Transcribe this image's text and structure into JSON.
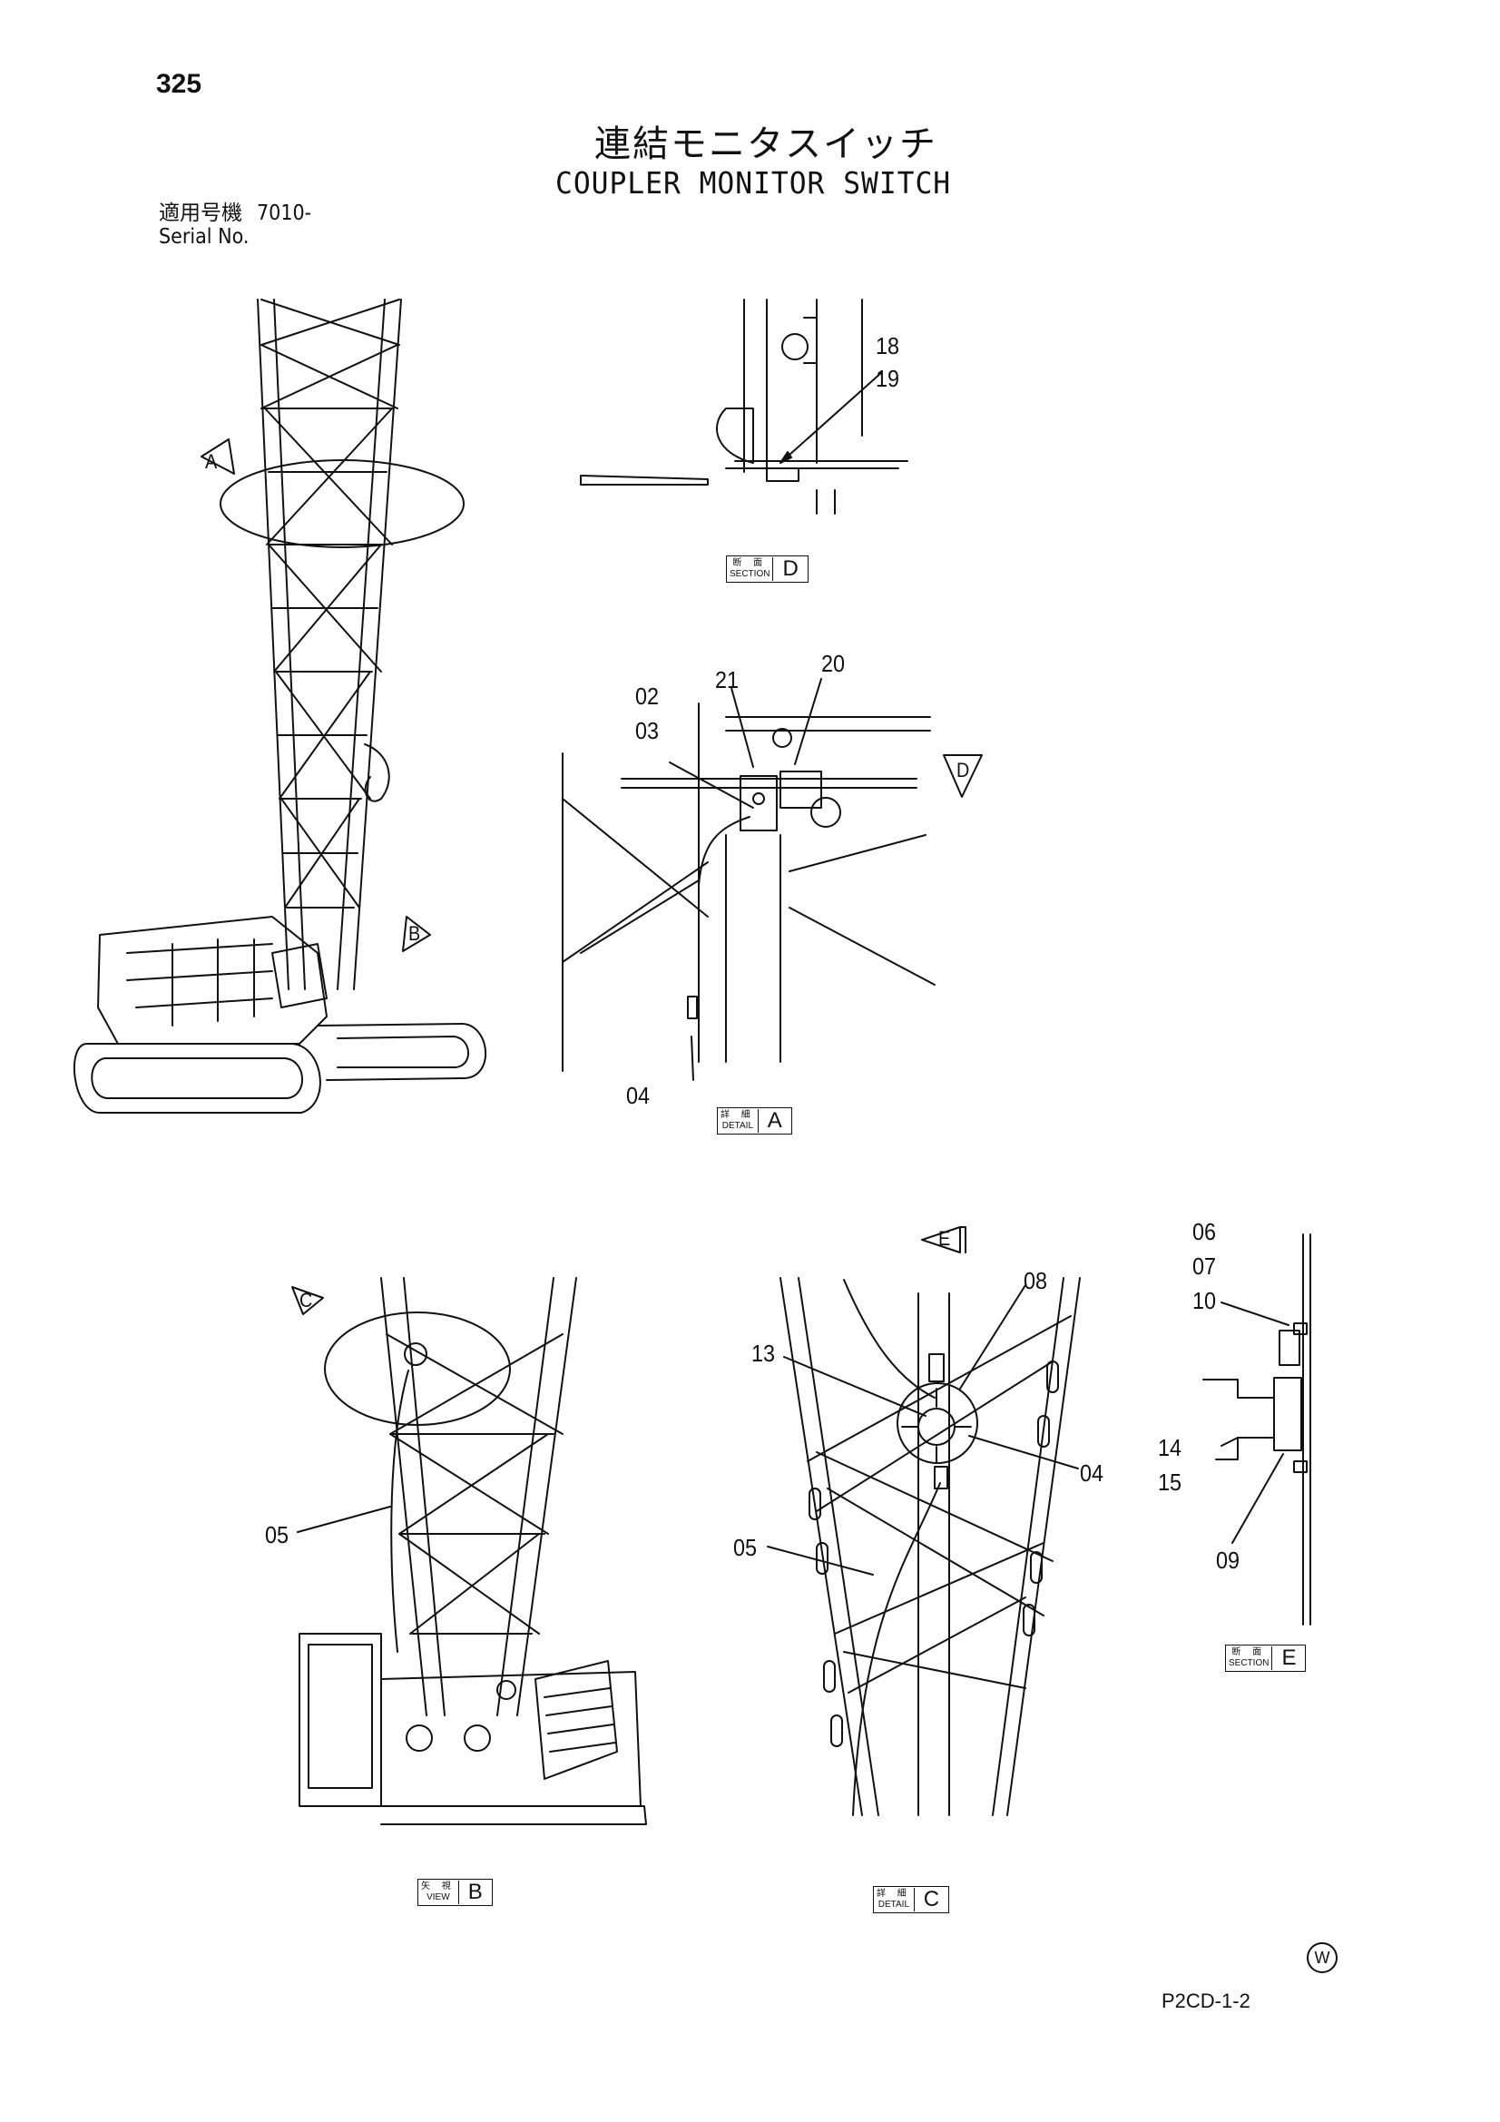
{
  "header": {
    "page_number": "325",
    "title_jp": "連結モニタスイッチ",
    "title_en": "COUPLER MONITOR SWITCH",
    "serial_label_jp": "適用号機",
    "serial_label_en": "Serial No.",
    "serial_value": "7010-"
  },
  "views": {
    "section_d": {
      "tag_jp": "断 面",
      "tag_en": "SECTION",
      "letter": "D"
    },
    "detail_a": {
      "tag_jp": "詳 細",
      "tag_en": "DETAIL",
      "letter": "A"
    },
    "view_b": {
      "tag_jp": "矢 視",
      "tag_en": "VIEW",
      "letter": "B"
    },
    "detail_c": {
      "tag_jp": "詳 細",
      "tag_en": "DETAIL",
      "letter": "C"
    },
    "section_e": {
      "tag_jp": "断 面",
      "tag_en": "SECTION",
      "letter": "E"
    }
  },
  "view_arrows": {
    "a": "A",
    "b": "B",
    "c": "C",
    "d": "D",
    "e": "E"
  },
  "callouts": {
    "p18": "18",
    "p19": "19",
    "p20": "20",
    "p21": "21",
    "p02": "02",
    "p03": "03",
    "p04a": "04",
    "p05b": "05",
    "p05c": "05",
    "p13": "13",
    "p08": "08",
    "p04c": "04",
    "p06": "06",
    "p07": "07",
    "p10": "10",
    "p14": "14",
    "p15": "15",
    "p09": "09"
  },
  "footer": {
    "drawing_code": "P2CD-1-2",
    "mark": "W"
  }
}
